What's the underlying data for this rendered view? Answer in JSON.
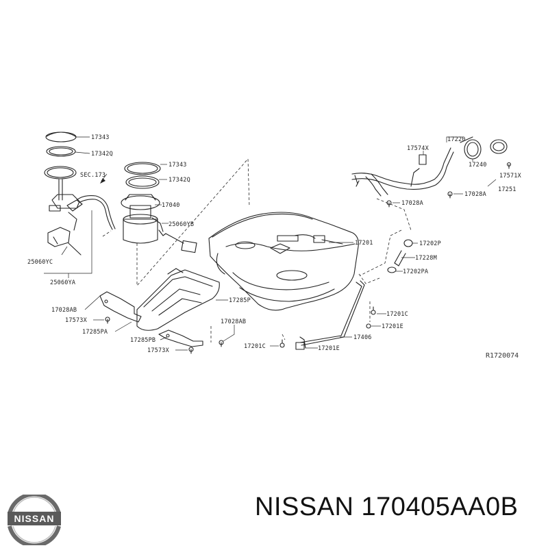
{
  "diagram": {
    "part_labels": {
      "p17343_a": "17343",
      "p17342q_a": "17342Q",
      "p17343_b": "17343",
      "p17342q_b": "17342Q",
      "sec173": "SEC.173",
      "p17040": "17040",
      "p25060yb": "25060YB",
      "p25060yc": "25060YC",
      "p25060ya": "25060YA",
      "p17201": "17201",
      "p17220": "17220",
      "p17574x": "17574X",
      "p17240": "17240",
      "p17571x": "17571X",
      "p17028a_a": "17028A",
      "p17028a_b": "17028A",
      "p17251": "17251",
      "p17202p": "17202P",
      "p17228m": "17228M",
      "p17202pa": "17202PA",
      "p17028ab_a": "17028AB",
      "p17573x_a": "17573X",
      "p17285pa": "17285PA",
      "p17285p": "17285P",
      "p17028ab_b": "17028AB",
      "p17285pb": "17285PB",
      "p17573x_b": "17573X",
      "p17201c_a": "17201C",
      "p17201e_a": "17201E",
      "p17406": "17406",
      "p17201c_b": "17201C",
      "p17201e_b": "17201E"
    },
    "reference_code": "R1720074"
  },
  "logo_text": "NISSAN",
  "brand_title": "NISSAN 170405AA0B"
}
